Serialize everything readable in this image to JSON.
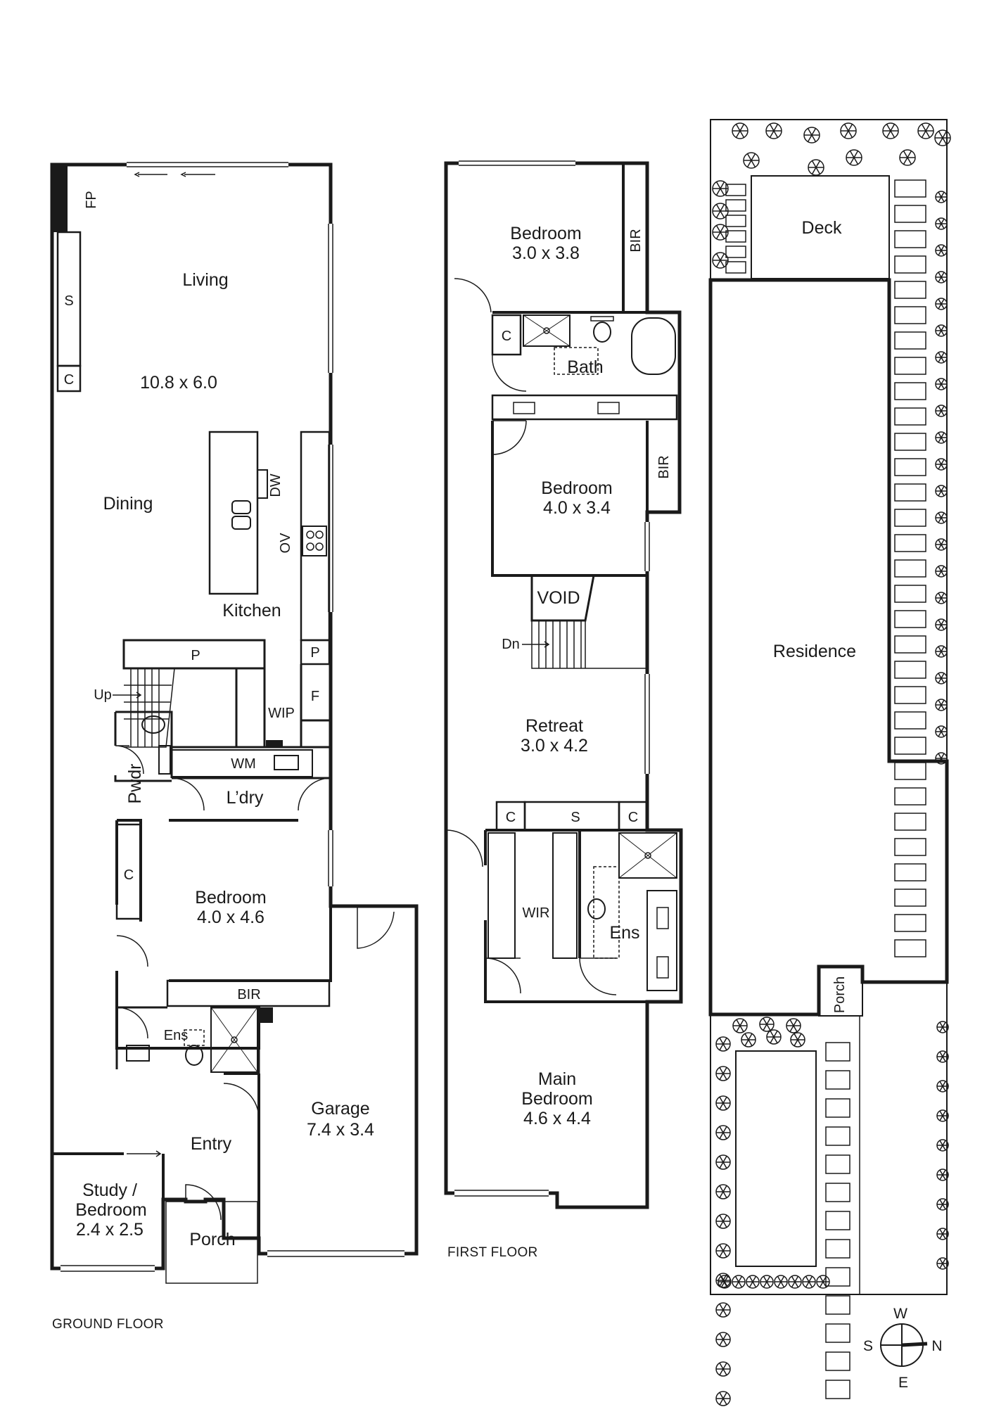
{
  "captions": {
    "ground_floor": "GROUND FLOOR",
    "first_floor": "FIRST FLOOR"
  },
  "ground_floor": {
    "rooms": {
      "living_name": "Living",
      "living_size": "10.8 x 6.0",
      "dining": "Dining",
      "kitchen": "Kitchen",
      "bedroom_name": "Bedroom",
      "bedroom_size": "4.0 x 4.6",
      "garage_name": "Garage",
      "garage_size": "7.4 x 3.4",
      "entry": "Entry",
      "porch": "Porch",
      "study_line1": "Study /",
      "study_line2": "Bedroom",
      "study_size": "2.4 x 2.5",
      "laundry": "L’dry",
      "powder": "Pwdr",
      "ensuite": "Ens"
    },
    "fixtures": {
      "fp": "FP",
      "s": "S",
      "c_living": "C",
      "dw": "DW",
      "ov": "OV",
      "p_stair": "P",
      "p_kitchen": "P",
      "f": "F",
      "wip": "WIP",
      "up": "Up",
      "wm": "WM",
      "c_bedroom": "C",
      "bir": "BIR"
    }
  },
  "first_floor": {
    "rooms": {
      "bedroom1_name": "Bedroom",
      "bedroom1_size": "3.0 x 3.8",
      "bath": "Bath",
      "bedroom2_name": "Bedroom",
      "bedroom2_size": "4.0 x 3.4",
      "void": "VOID",
      "retreat_name": "Retreat",
      "retreat_size": "3.0 x 4.2",
      "wir": "WIR",
      "ensuite": "Ens",
      "main_line1": "Main",
      "main_line2": "Bedroom",
      "main_size": "4.6 x 4.4"
    },
    "fixtures": {
      "bir1": "BIR",
      "bir2": "BIR",
      "c_bath": "C",
      "dn": "Dn",
      "c_left": "C",
      "s": "S",
      "c_right": "C"
    }
  },
  "site_plan": {
    "deck": "Deck",
    "residence": "Residence",
    "porch": "Porch"
  },
  "compass": {
    "n": "N",
    "s": "S",
    "e": "E",
    "w": "W"
  }
}
